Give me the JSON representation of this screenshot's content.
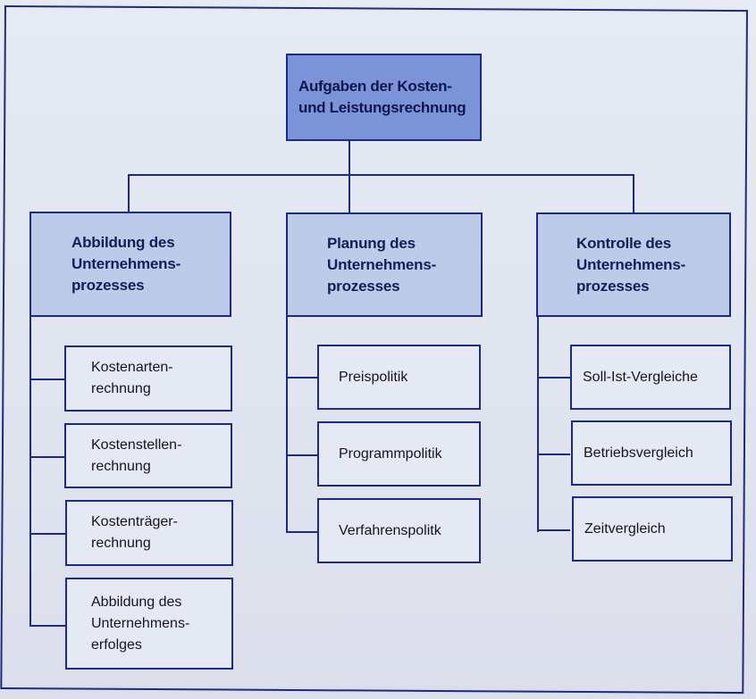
{
  "diagram": {
    "title": "Aufgaben der Kosten-\nund Leistungsrechnung",
    "colors": {
      "line": "#1c2a86",
      "root_fill": "#7b93d7",
      "parent_fill": "#bdcbe9",
      "child_fill": "#e4e9f3",
      "background": "#e2e7f1"
    },
    "branches": [
      {
        "label": "Abbildung des\nUnternehmens-\nprozesses",
        "children": [
          "Kostenarten-\nrechnung",
          "Kostenstellen-\nrechnung",
          "Kostenträger-\nrechnung",
          "Abbildung des\nUnternehmens-\nerfolges"
        ]
      },
      {
        "label": "Planung des\nUnternehmens-\nprozesses",
        "children": [
          "Preispolitik",
          "Programmpolitik",
          "Verfahrenspolitk"
        ]
      },
      {
        "label": "Kontrolle des\nUnternehmens-\nprozesses",
        "children": [
          "Soll-Ist-Vergleiche",
          "Betriebsvergleich",
          "Zeitvergleich"
        ]
      }
    ]
  }
}
